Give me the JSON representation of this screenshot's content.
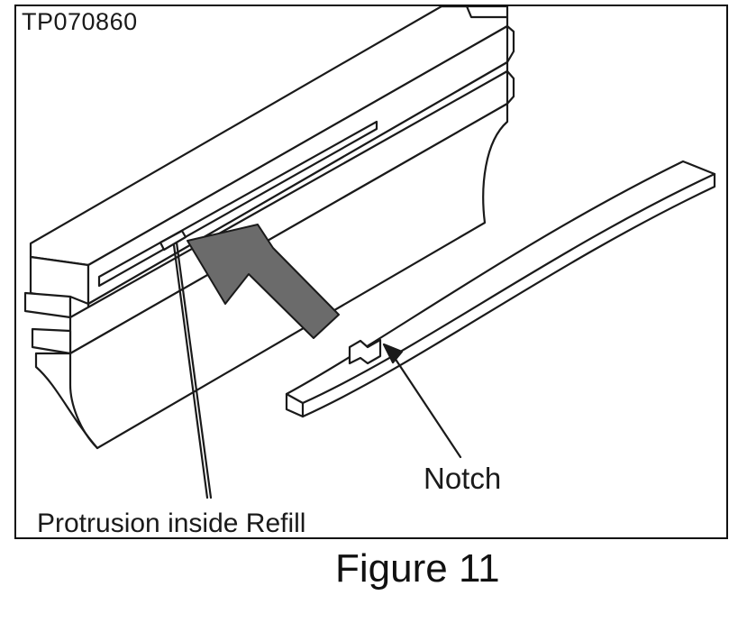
{
  "figure": {
    "code": "TP070860",
    "caption": "Figure 11",
    "labels": {
      "notch": "Notch",
      "protrusion": "Protrusion inside Refill"
    },
    "colors": {
      "line": "#1a1a1a",
      "arrow_fill": "#6b6b6b",
      "background": "#ffffff"
    }
  }
}
